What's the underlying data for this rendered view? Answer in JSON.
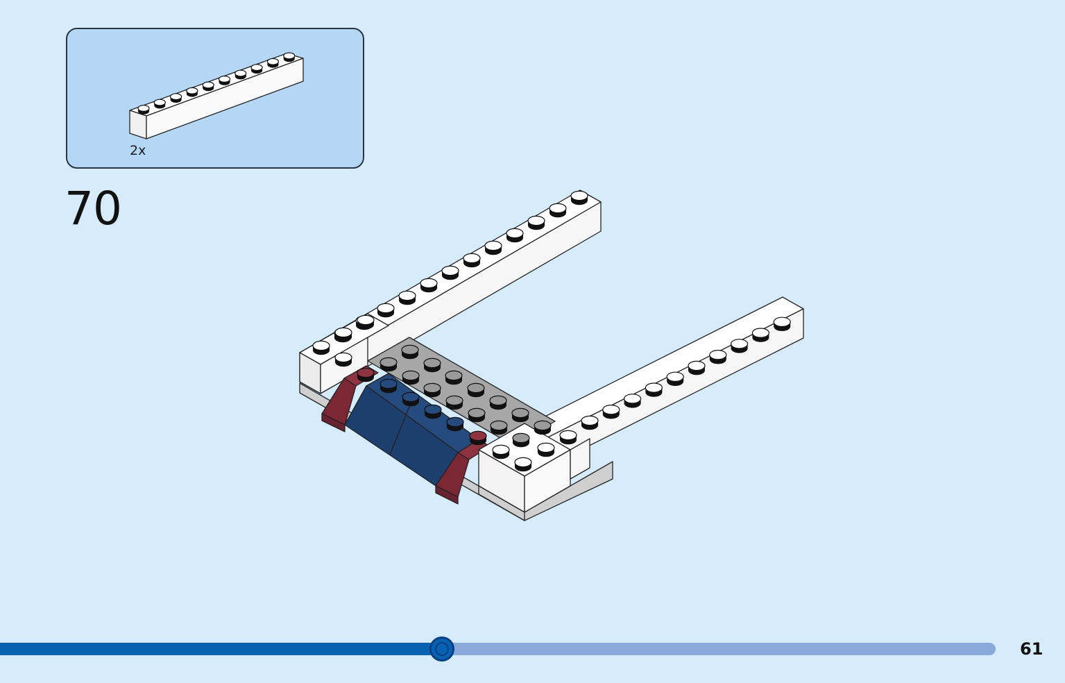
{
  "parts_callout": {
    "quantity": "2x",
    "part_icon": "white-1x10-brick"
  },
  "step": {
    "number": "70"
  },
  "progress": {
    "fraction": 0.4436
  },
  "page": {
    "number": "61"
  },
  "colors": {
    "background": "#d6ecfb",
    "callout_background": "#b3d7f4",
    "progress_fill": "#0762b1",
    "progress_track": "#88a9d9",
    "brick_white": "#ffffff",
    "brick_gray": "#a7a7a7",
    "brick_blue": "#1d3f6e",
    "brick_red": "#85303b"
  }
}
